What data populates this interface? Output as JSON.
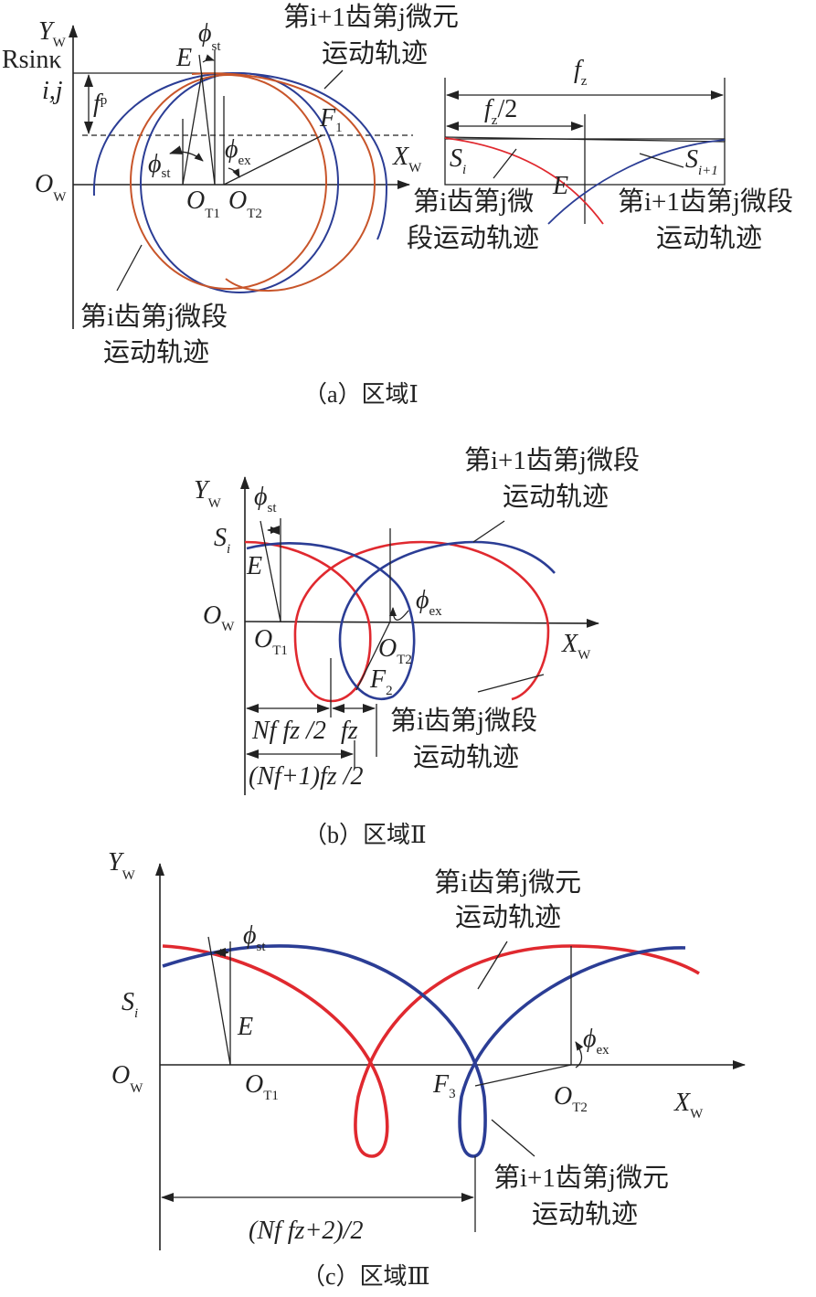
{
  "colors": {
    "tooth_i": "#c8552a",
    "tooth_i_b": "#e0292f",
    "tooth_i1": "#2b3d95"
  },
  "panel_a": {
    "caption": "（a）区域Ⅰ",
    "y_axis": {
      "main": "Y",
      "sub": "W"
    },
    "x_axis": {
      "main": "X",
      "sub": "W"
    },
    "origin": {
      "main": "O",
      "sub": "W"
    },
    "rsink": "Rsinκ",
    "rsink_idx": "i,j",
    "fp": {
      "main": "f",
      "sub": "p"
    },
    "E": "E",
    "phi_st_top": {
      "main": "ϕ",
      "sub": "st"
    },
    "phi_st": {
      "main": "ϕ",
      "sub": "st"
    },
    "phi_ex": {
      "main": "ϕ",
      "sub": "ex"
    },
    "F1": {
      "main": "F",
      "sub": "1"
    },
    "OT1": {
      "main": "O",
      "sub": "T1"
    },
    "OT2": {
      "main": "O",
      "sub": "T2"
    },
    "label_i1": [
      "第i+1齿第j微元",
      "运动轨迹"
    ],
    "label_i": [
      "第i齿第j微段",
      "运动轨迹"
    ],
    "inset": {
      "fz": {
        "main": "f",
        "sub": "z"
      },
      "fz2": {
        "main": "f",
        "sub": "z",
        "tail": "/2"
      },
      "Si": {
        "main": "S",
        "sub": "i"
      },
      "Si1": {
        "main": "S",
        "sub": "i+1"
      },
      "E": "E",
      "label_i": [
        "第i齿第j微",
        "段运动轨迹"
      ],
      "label_i1": [
        "第i+1齿第j微段",
        "运动轨迹"
      ]
    }
  },
  "panel_b": {
    "caption": "（b）区域Ⅱ",
    "y_axis": {
      "main": "Y",
      "sub": "W"
    },
    "x_axis": {
      "main": "X",
      "sub": "W"
    },
    "origin": {
      "main": "O",
      "sub": "W"
    },
    "Si": {
      "main": "S",
      "sub": "i"
    },
    "E": "E",
    "phi_st": {
      "main": "ϕ",
      "sub": "st"
    },
    "phi_ex": {
      "main": "ϕ",
      "sub": "ex"
    },
    "OT1": {
      "main": "O",
      "sub": "T1"
    },
    "OT2": {
      "main": "O",
      "sub": "T2"
    },
    "F2": {
      "main": "F",
      "sub": "2"
    },
    "dim1": "Nf fz /2",
    "dim2": "fz",
    "dim3": "(Nf+1)fz /2",
    "label_i1": [
      "第i+1齿第j微段",
      "运动轨迹"
    ],
    "label_i": [
      "第i齿第j微段",
      "运动轨迹"
    ]
  },
  "panel_c": {
    "caption": "（c）区域Ⅲ",
    "y_axis": {
      "main": "Y",
      "sub": "W"
    },
    "x_axis": {
      "main": "X",
      "sub": "W"
    },
    "origin": {
      "main": "O",
      "sub": "W"
    },
    "Si": {
      "main": "S",
      "sub": "i"
    },
    "E": "E",
    "phi_st": {
      "main": "ϕ",
      "sub": "st"
    },
    "phi_ex": {
      "main": "ϕ",
      "sub": "ex"
    },
    "OT1": {
      "main": "O",
      "sub": "T1"
    },
    "OT2": {
      "main": "O",
      "sub": "T2"
    },
    "F3": {
      "main": "F",
      "sub": "3"
    },
    "dim": "(Nf fz+2)/2",
    "label_i": [
      "第i齿第j微元",
      "运动轨迹"
    ],
    "label_i1": [
      "第i+1齿第j微元",
      "运动轨迹"
    ]
  }
}
